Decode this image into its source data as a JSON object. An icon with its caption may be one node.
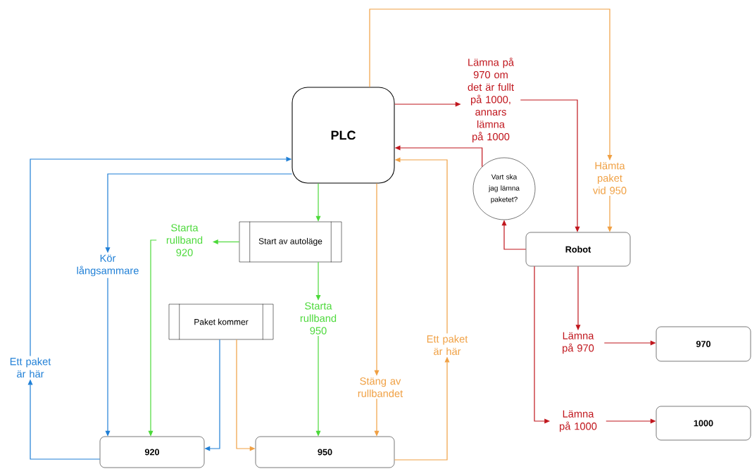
{
  "diagram": {
    "nodes": [
      {
        "text": [
          "PLC"
        ]
      },
      {
        "text": [
          "Lämna på 970 om det är fullt på 1000, annars lämna på 1000"
        ]
      },
      {
        "text": [
          "Hämta paket vid 950"
        ]
      },
      {
        "text": [
          "Vart ska jag lämna paketet?"
        ]
      },
      {
        "text": [
          "Start av autoläge"
        ]
      },
      {
        "text": [
          "Starta rullband 920"
        ]
      },
      {
        "text": [
          "Kör långsammare"
        ]
      },
      {
        "text": [
          "Robot"
        ]
      },
      {
        "text": [
          "Starta rullband 950"
        ]
      },
      {
        "text": [
          "Paket kommer"
        ]
      },
      {
        "text": [
          "Ett paket är här"
        ]
      },
      {
        "text": [
          "Ett paket är här"
        ]
      },
      {
        "text": [
          "Lämna på 970"
        ]
      },
      {
        "text": [
          "Stäng av rullbandet"
        ]
      },
      {
        "text": [
          "Lämna på 1000"
        ]
      },
      {
        "text": [
          "920"
        ]
      },
      {
        "text": [
          "950"
        ]
      },
      {
        "text": [
          "970"
        ]
      },
      {
        "text": [
          "1000"
        ]
      }
    ],
    "edges": [
      {
        "from": 0,
        "to": 4,
        "arrow": "to",
        "color": "#4cd93a"
      },
      {
        "from": 4,
        "to": 5,
        "arrow": "to",
        "color": "#4cd93a"
      },
      {
        "from": 5,
        "to": 15,
        "arrow": "to",
        "color": "#4cd93a"
      },
      {
        "from": 0,
        "to": 6,
        "arrow": "to",
        "color": "#1f7fd6"
      },
      {
        "from": 6,
        "to": 15,
        "arrow": "to",
        "color": "#1f7fd6"
      },
      {
        "from": 15,
        "to": 10,
        "arrow": "to",
        "color": "#1f7fd6"
      },
      {
        "from": 10,
        "to": 0,
        "arrow": "to",
        "color": "#1f7fd6"
      },
      {
        "from": 9,
        "to": 15,
        "arrow": "to",
        "color": "#1f7fd6"
      },
      {
        "from": 9,
        "to": 16,
        "arrow": "to",
        "color": "#f0a043"
      },
      {
        "from": 4,
        "to": 8,
        "arrow": "to",
        "color": "#4cd93a"
      },
      {
        "from": 8,
        "to": 16,
        "arrow": "to",
        "color": "#4cd93a"
      },
      {
        "from": 0,
        "to": 13,
        "arrow": "to",
        "color": "#f0a043"
      },
      {
        "from": 13,
        "to": 16,
        "arrow": "to",
        "color": "#f0a043"
      },
      {
        "from": 16,
        "to": 11,
        "arrow": "to",
        "color": "#f0a043"
      },
      {
        "from": 11,
        "to": 0,
        "arrow": "to",
        "color": "#f0a043"
      },
      {
        "from": 0,
        "to": 1,
        "arrow": "to",
        "color": "#c0161d"
      },
      {
        "from": 1,
        "to": 7,
        "arrow": "to",
        "color": "#c0161d"
      },
      {
        "from": 7,
        "to": 3,
        "arrow": "to",
        "color": "#c0161d"
      },
      {
        "from": 3,
        "to": 0,
        "arrow": "to",
        "color": "#c0161d"
      },
      {
        "from": 0,
        "to": 2,
        "arrow": "to",
        "color": "#f0a043"
      },
      {
        "from": 2,
        "to": 7,
        "arrow": "to",
        "color": "#f0a043"
      },
      {
        "from": 7,
        "to": 12,
        "arrow": "to",
        "color": "#c0161d"
      },
      {
        "from": 12,
        "to": 17,
        "arrow": "to",
        "color": "#c0161d"
      },
      {
        "from": 7,
        "to": 14,
        "arrow": "to",
        "color": "#c0161d"
      },
      {
        "from": 14,
        "to": 18,
        "arrow": "to",
        "color": "#c0161d"
      }
    ]
  }
}
